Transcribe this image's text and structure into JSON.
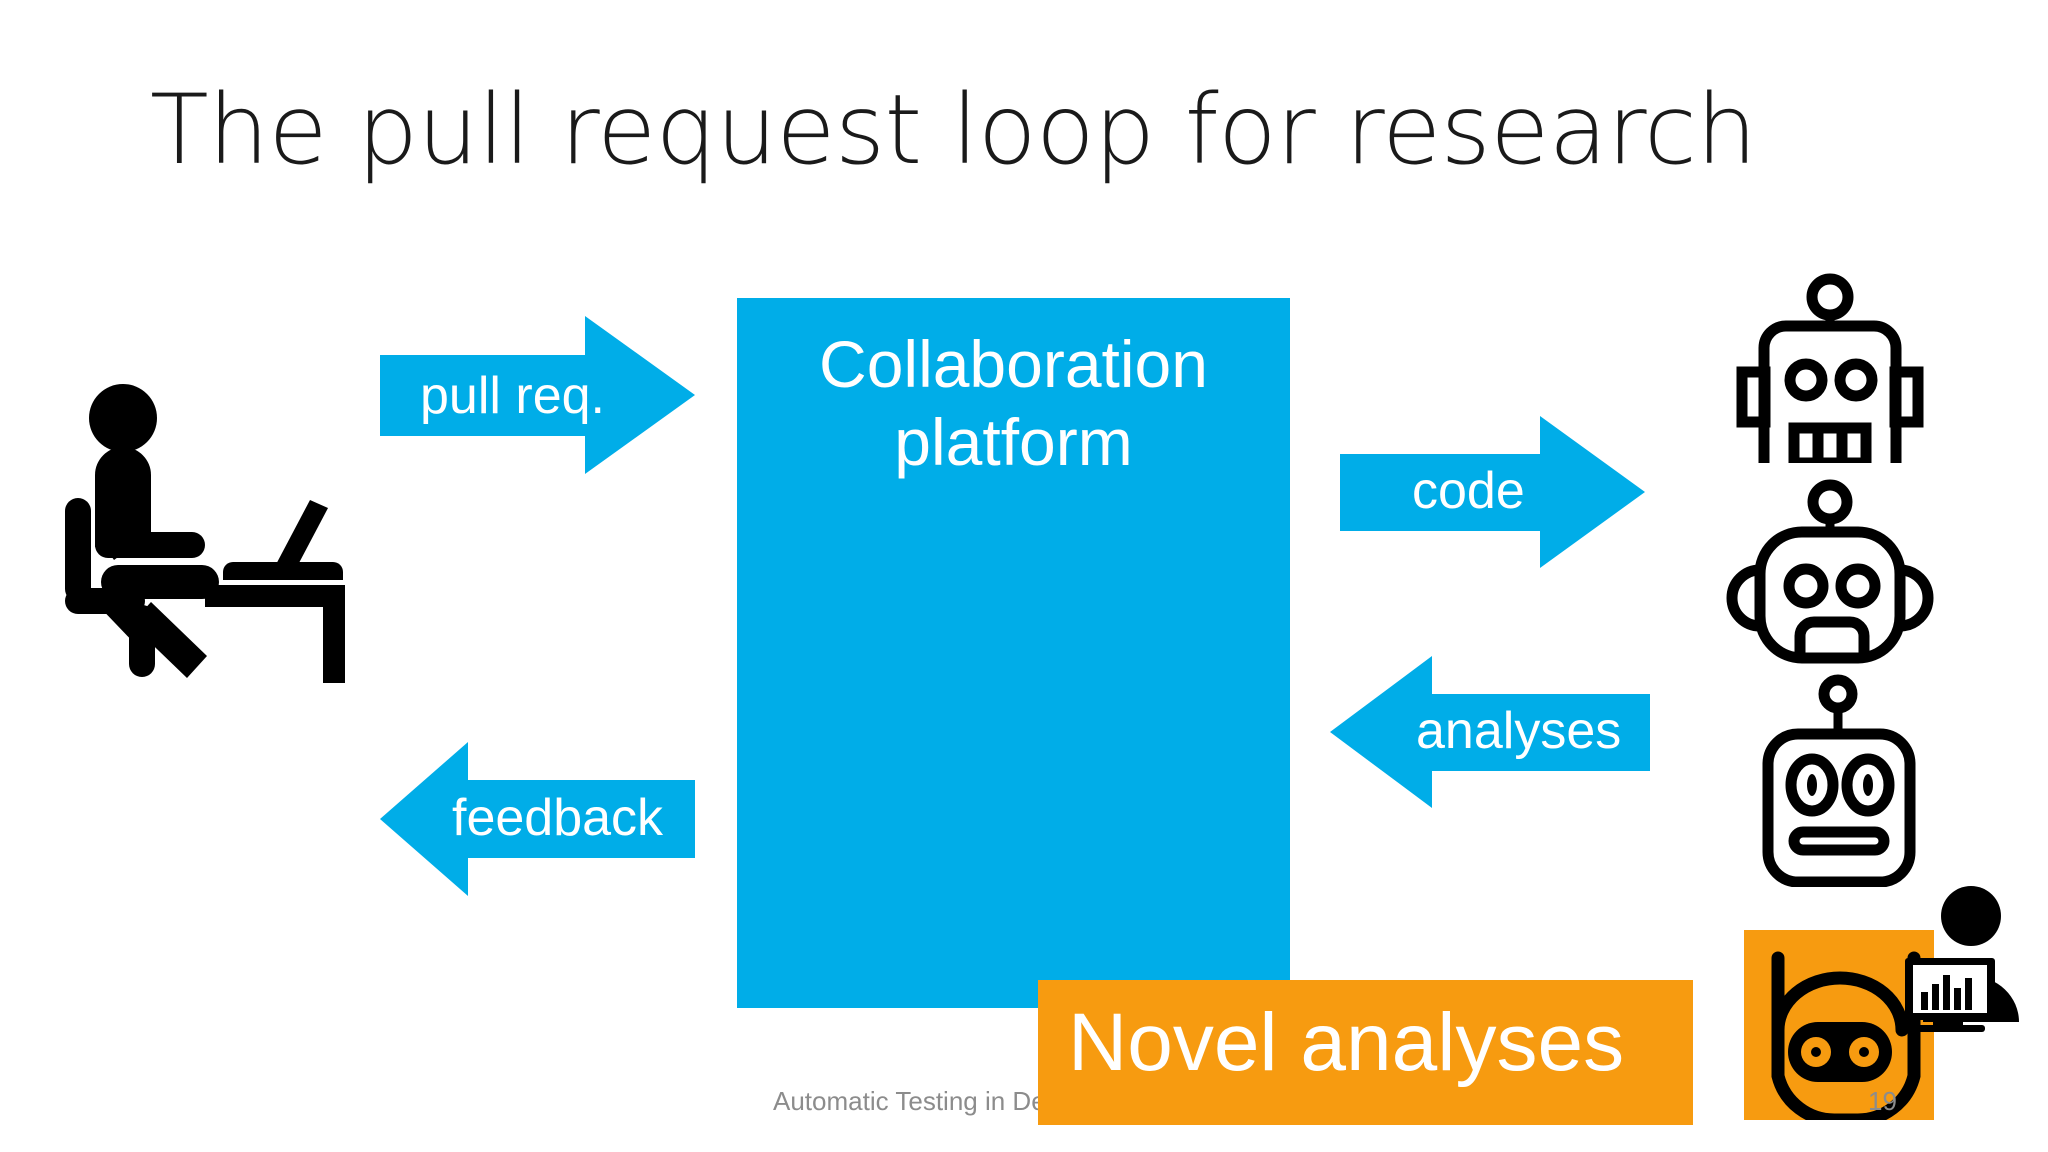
{
  "slide": {
    "title": "The pull request loop for research",
    "background_color": "#ffffff",
    "accent_blue": "#00ade8",
    "accent_orange": "#f79b10",
    "text_white": "#ffffff",
    "footer_gray": "#8c8c8c"
  },
  "platform": {
    "label": "Collaboration platform",
    "color": "#00ade8"
  },
  "arrows": {
    "pull_request": {
      "label": "pull req.",
      "direction": "right",
      "color": "#00ade8"
    },
    "code": {
      "label": "code",
      "direction": "right",
      "color": "#00ade8"
    },
    "analyses": {
      "label": "analyses",
      "direction": "left",
      "color": "#00ade8"
    },
    "feedback": {
      "label": "feedback",
      "direction": "left",
      "color": "#00ade8"
    }
  },
  "banner": {
    "label": "Novel analyses",
    "color": "#f79b10"
  },
  "footer": {
    "text": "Automatic Testing in DevOps - Lorentz Workshop",
    "page_number": "19"
  },
  "figures": {
    "person_laptop": "person-at-laptop-icon",
    "robot_1": "robot-square-head-icon",
    "robot_2": "robot-round-head-icon",
    "robot_3": "robot-flat-mouth-icon",
    "bot_orange": "bot-visor-icon",
    "analyst": "person-with-chart-monitor-icon"
  }
}
